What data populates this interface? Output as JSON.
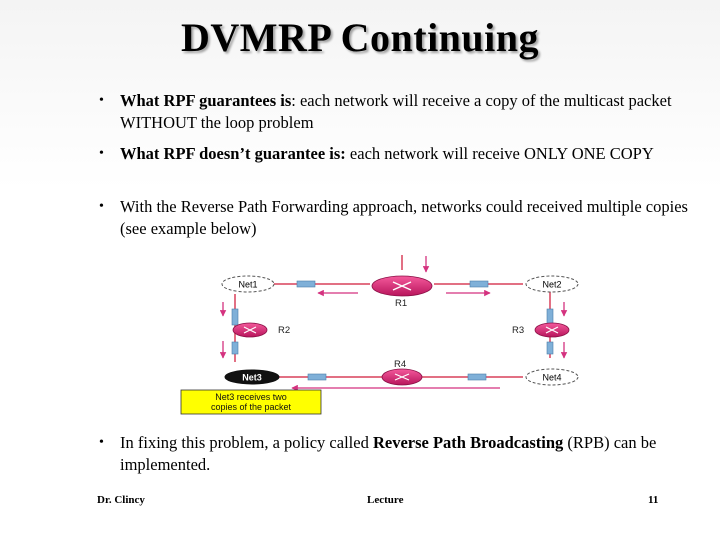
{
  "slide": {
    "title": "DVMRP Continuing",
    "bullets": [
      {
        "bold": "What RPF guarantees is",
        "rest": ": each network will receive a copy of the multicast packet WITHOUT the loop problem"
      },
      {
        "bold": "What RPF doesn’t guarantee is:",
        "rest": " each network will receive ONLY ONE COPY"
      },
      {
        "bold": "",
        "rest": "With the Reverse Path Forwarding approach, networks could received multiple copies (see example below)"
      }
    ],
    "last_bullet": {
      "pre": "In fixing this problem, a policy called ",
      "bold": "Reverse Path Broadcasting",
      "post": " (RPB) can be implemented."
    }
  },
  "diagram": {
    "networks": [
      "Net1",
      "Net2",
      "Net3",
      "Net4"
    ],
    "routers": [
      "R1",
      "R2",
      "R3",
      "R4"
    ],
    "callout": [
      "Net3 receives two",
      "copies of the packet"
    ],
    "colors": {
      "router": "#e8227a",
      "arrow": "#d4327f",
      "link": "#d8405a",
      "interface": "#7fb0d8",
      "callout_bg": "#ffff00",
      "net3_fill": "#111111"
    }
  },
  "footer": {
    "author": "Dr. Clincy",
    "center": "Lecture",
    "page": "11"
  }
}
